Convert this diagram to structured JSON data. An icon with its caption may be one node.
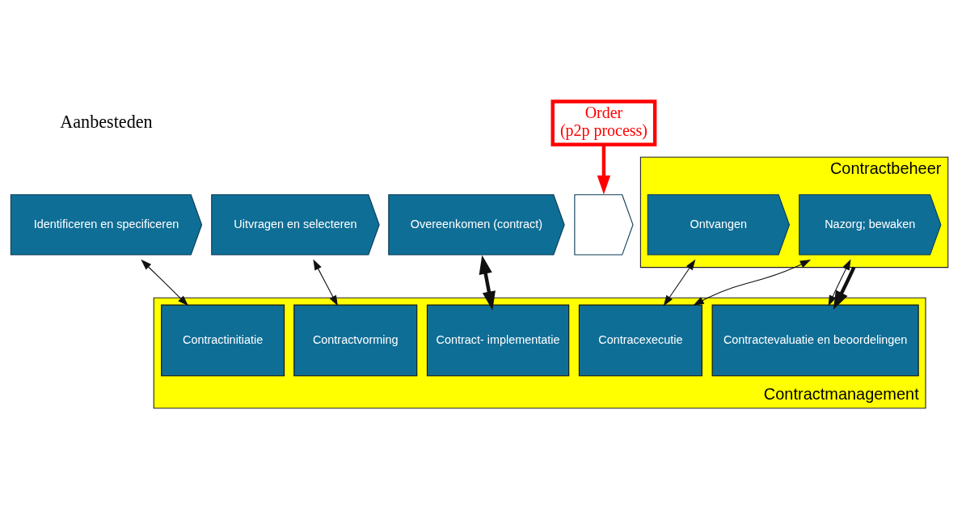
{
  "diagram": {
    "nodes": [
      {
        "text": [
          "Order",
          "(p2p process)"
        ]
      },
      {
        "text": [
          "Identificeren en specificeren"
        ]
      },
      {
        "text": [
          "Uitvragen en selecteren"
        ]
      },
      {
        "text": [
          "Overeenkomen (contract)"
        ]
      },
      {
        "text": [],
        "shape": "chevron"
      },
      {
        "text": [
          "Contractbeheer"
        ]
      },
      {
        "text": [
          "Ontvangen"
        ],
        "in": 5
      },
      {
        "text": [
          "Nazorg; bewaken"
        ],
        "in": 5
      },
      {
        "text": [
          "Contractmanagement"
        ]
      },
      {
        "text": [
          "Contractinitiatie"
        ],
        "in": 8
      },
      {
        "text": [
          "Contractvorming"
        ],
        "in": 8
      },
      {
        "text": [
          "Contract- implementatie"
        ],
        "in": 8
      },
      {
        "text": [
          "Contracexecutie"
        ],
        "in": 8
      },
      {
        "text": [
          "Contractevaluatie en beoordelingen"
        ],
        "in": 8
      }
    ],
    "edges": [
      {
        "from": 0,
        "to": 4,
        "arrow": "to",
        "style": "thick",
        "color": "#ff0000"
      },
      {
        "from": 1,
        "to": 9,
        "arrow": "both"
      },
      {
        "from": 2,
        "to": 10,
        "arrow": "both"
      },
      {
        "from": 3,
        "to": 11,
        "arrow": "both",
        "style": "thick"
      },
      {
        "from": 6,
        "to": 12,
        "arrow": "both"
      },
      {
        "from": 7,
        "to": 12,
        "arrow": "both"
      },
      {
        "from": 7,
        "to": 13,
        "arrow": "both"
      },
      {
        "from": 5,
        "to": 13,
        "arrow": "to",
        "style": "thick"
      }
    ],
    "labels": [
      "Aanbesteden"
    ]
  }
}
